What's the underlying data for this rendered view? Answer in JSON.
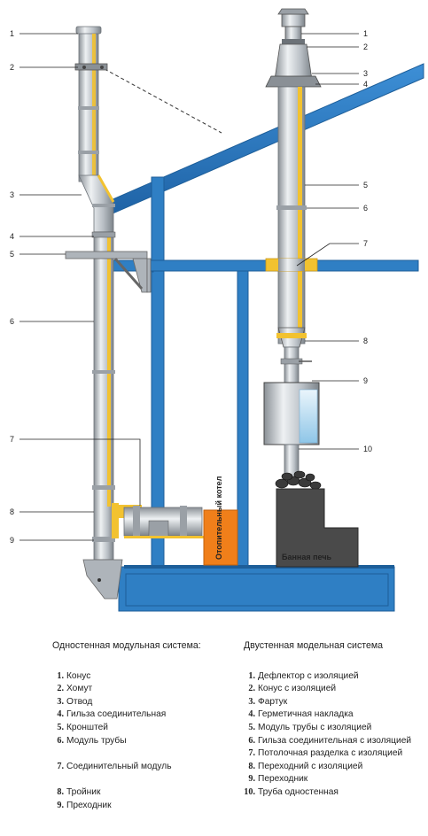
{
  "callouts_left": [
    "1",
    "2",
    "3",
    "4",
    "5",
    "6",
    "7",
    "8",
    "9"
  ],
  "callouts_right": [
    "1",
    "2",
    "3",
    "4",
    "5",
    "6",
    "7",
    "8",
    "9",
    "10"
  ],
  "boiler_label": "Отопительный котел",
  "stove_label": "Банная печь",
  "legend_left": {
    "title": "Одностенная модульная система:",
    "items": [
      {
        "num": "1.",
        "text": "Конус"
      },
      {
        "num": "2.",
        "text": "Хомут"
      },
      {
        "num": "3.",
        "text": "Отвод"
      },
      {
        "num": "4.",
        "text": "Гильза соединительная"
      },
      {
        "num": "5.",
        "text": "Кронштей"
      },
      {
        "num": "6.",
        "text": "Модуль трубы"
      },
      {
        "num": "7.",
        "text": "Соединительный модуль"
      },
      {
        "num": "8.",
        "text": "Тройник"
      },
      {
        "num": "9.",
        "text": "Преходник"
      }
    ]
  },
  "legend_right": {
    "title": "Двустенная модельная система",
    "items": [
      {
        "num": "1.",
        "text": "Дефлектор с изоляцией"
      },
      {
        "num": "2.",
        "text": "Конус с изоляцией"
      },
      {
        "num": "3.",
        "text": "Фартук"
      },
      {
        "num": "4.",
        "text": "Герметичная накладка"
      },
      {
        "num": "5.",
        "text": "Модуль трубы с изоляцией"
      },
      {
        "num": "6.",
        "text": "Гильза соединительная с изоляцией"
      },
      {
        "num": "7.",
        "text": "Потолочная разделка с изоляцией"
      },
      {
        "num": "8.",
        "text": "Переходний с изоляцией"
      },
      {
        "num": "9.",
        "text": "Переходник"
      },
      {
        "num": "10.",
        "text": "Труба одностенная"
      }
    ]
  },
  "colors": {
    "structure": "#2f7fc4",
    "structure_dark": "#1d5e99",
    "insulation": "#f2c230",
    "pipe": "#b8bec4",
    "boiler": "#f07f1a",
    "stove": "#4a4a4a"
  }
}
